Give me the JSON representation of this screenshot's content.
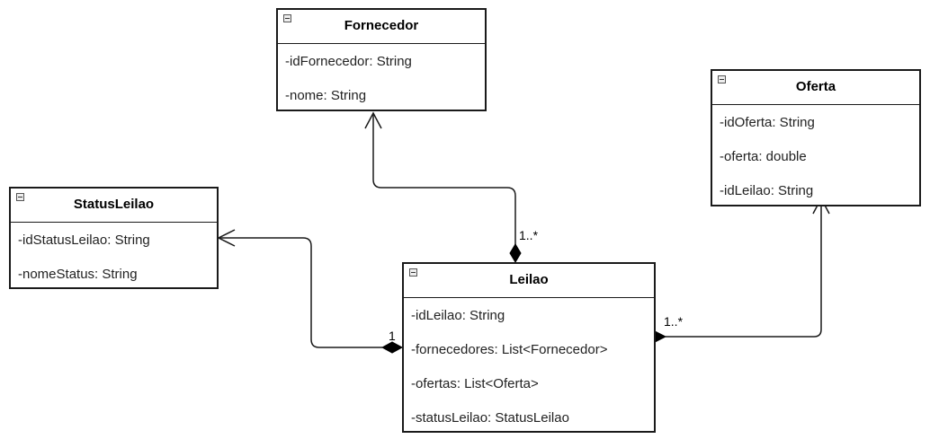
{
  "classes": {
    "fornecedor": {
      "name": "Fornecedor",
      "attributes": [
        "-idFornecedor: String",
        "-nome: String"
      ]
    },
    "oferta": {
      "name": "Oferta",
      "attributes": [
        "-idOferta: String",
        "-oferta: double",
        "-idLeilao: String"
      ]
    },
    "statusLeilao": {
      "name": "StatusLeilao",
      "attributes": [
        "-idStatusLeilao: String",
        "-nomeStatus: String"
      ]
    },
    "leilao": {
      "name": "Leilao",
      "attributes": [
        "-idLeilao: String",
        "-fornecedores: List<Fornecedor>",
        "-ofertas: List<Oferta>",
        "-statusLeilao: StatusLeilao"
      ]
    }
  },
  "associations": {
    "leilao_fornecedor": {
      "multiplicity": "1..*"
    },
    "leilao_oferta": {
      "multiplicity": "1..*"
    },
    "leilao_status": {
      "multiplicity": "1"
    }
  },
  "colors": {
    "line": "#1a1a1a",
    "background": "#ffffff"
  }
}
